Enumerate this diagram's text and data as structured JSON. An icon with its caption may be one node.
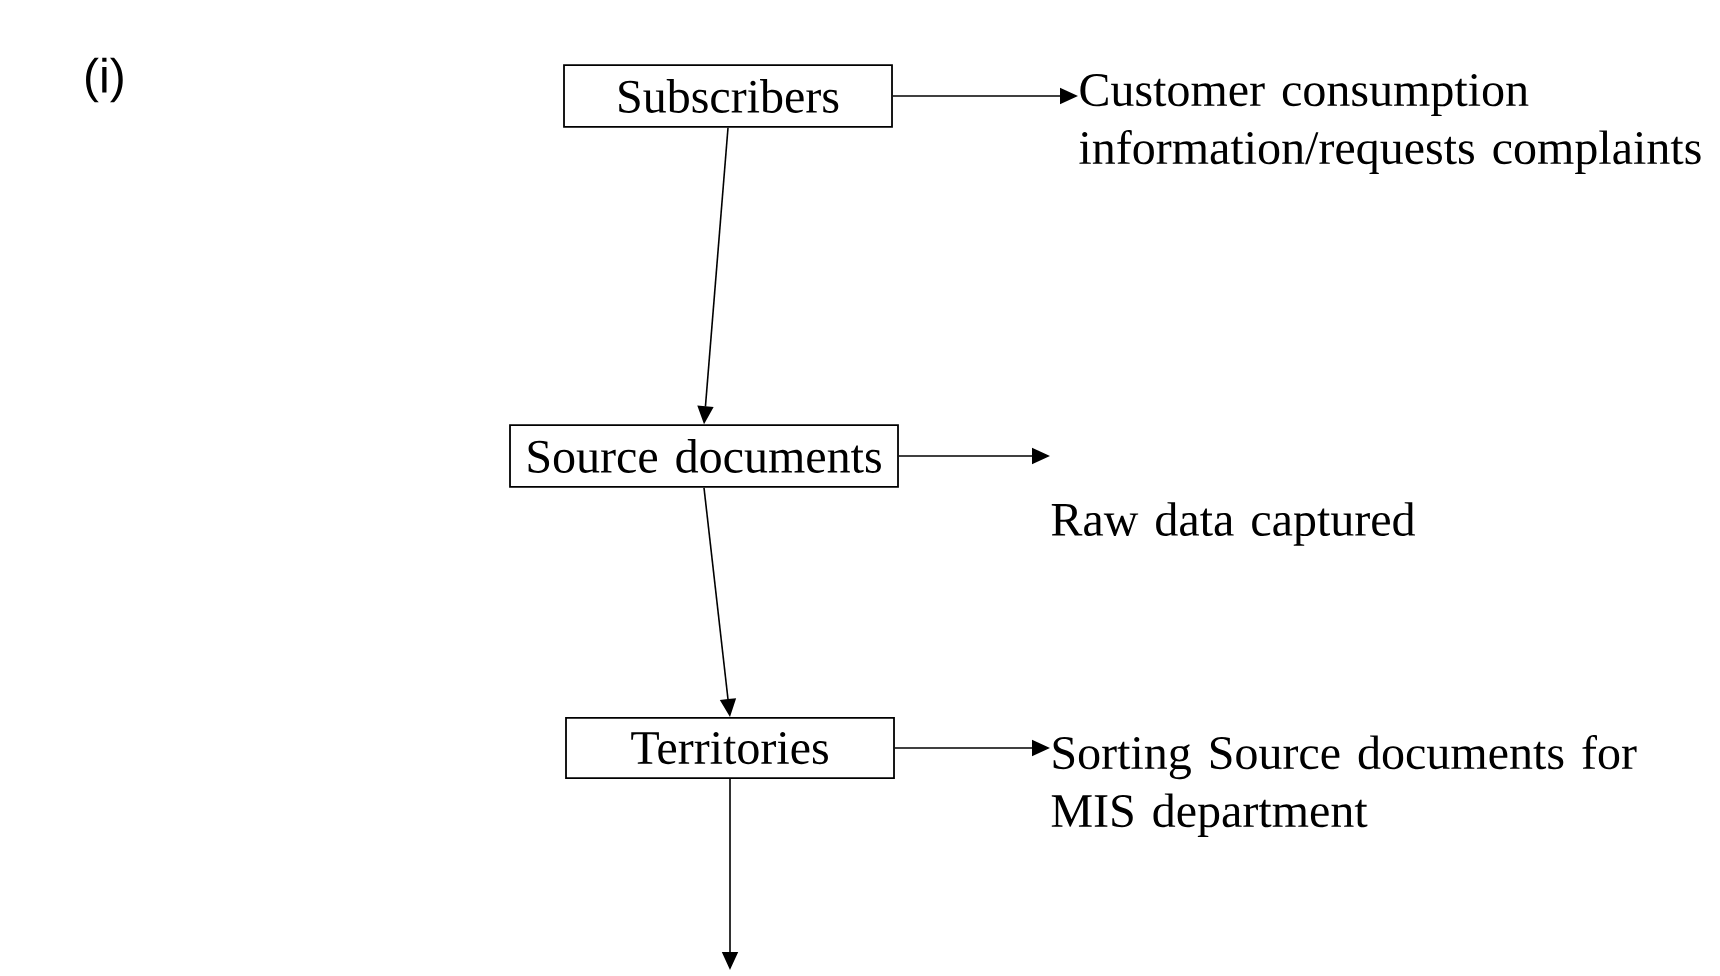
{
  "diagram": {
    "nodes": [
      {
        "text": [
          "Subscribers"
        ]
      },
      {
        "text": [
          "Customer consumption information/requests complaints"
        ]
      },
      {
        "text": [
          "Source documents"
        ]
      },
      {
        "text": [
          "Raw data captured"
        ]
      },
      {
        "text": [
          "Territories"
        ]
      },
      {
        "text": [
          "Sorting Source documents for MIS department"
        ]
      }
    ],
    "edges": [
      {
        "from": 0,
        "to": 1,
        "arrow": "to"
      },
      {
        "from": 0,
        "to": 2,
        "arrow": "to"
      },
      {
        "from": 2,
        "to": 3,
        "arrow": "to"
      },
      {
        "from": 2,
        "to": 4,
        "arrow": "to"
      },
      {
        "from": 4,
        "to": 5,
        "arrow": "to"
      },
      {
        "from": 4,
        "to": null,
        "arrow": "to"
      }
    ],
    "labels": [
      "(i)"
    ]
  }
}
